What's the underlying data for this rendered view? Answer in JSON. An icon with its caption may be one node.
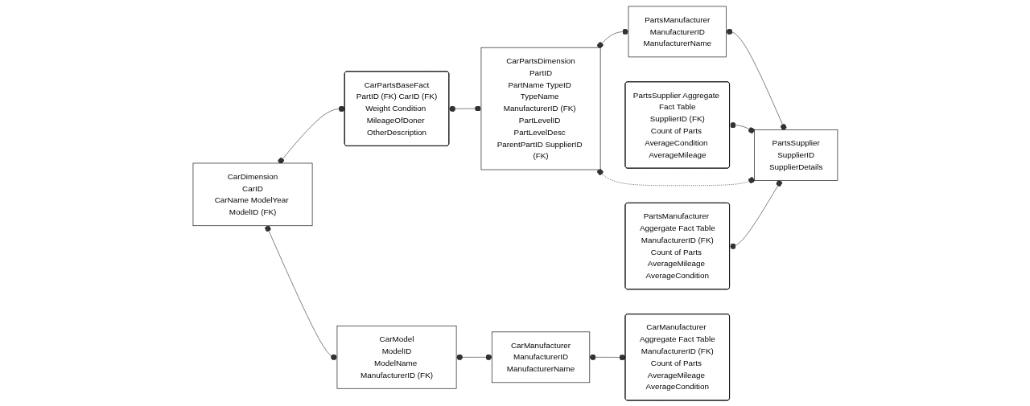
{
  "diagram": {
    "nodes": [
      {
        "text": [
          "CarDimension",
          "CarID",
          "CarName ModelYear ModelID (FK)"
        ]
      },
      {
        "text": [
          "CarPartsBaseFact",
          "PartID (FK) CarID (FK)",
          "Weight Condition MileageOfDoner OtherDescription"
        ]
      },
      {
        "text": [
          "CarPartsDimension",
          "PartID",
          "PartName TypeID TypeName ManufacturerID (FK) PartLevelID PartLevelDesc ParentPartID SupplierID (FK)"
        ]
      },
      {
        "text": [
          "PartsManufacturer",
          "ManufacturerID",
          "ManufacturerName"
        ]
      },
      {
        "text": [
          "CarModel",
          "ModelID",
          "ModelName ManufacturerID (FK)"
        ]
      },
      {
        "text": [
          "PartsSupplier Aggregate Fact Table",
          "SupplierID (FK)",
          "Count of Parts AverageCondition AverageMileage"
        ]
      },
      {
        "text": [
          "CarManufacturer",
          "ManufacturerID",
          "ManufacturerName"
        ]
      },
      {
        "text": [
          "CarManufacturer Aggregate Fact Table",
          "ManufacturerID (FK)",
          "Count of Parts AverageMileage AverageCondition"
        ]
      },
      {
        "text": [
          "PartsSupplier",
          "SupplierID",
          "SupplierDetails"
        ]
      },
      {
        "text": [
          "PartsManufacturer Aggergate Fact Table",
          "ManufacturerID (FK)",
          "Count of Parts AverageMileage AverageCondition"
        ]
      }
    ],
    "edges": [
      {
        "from": 0,
        "to": 1,
        "arrow": "other"
      },
      {
        "from": 0,
        "to": 4,
        "arrow": "other"
      },
      {
        "from": 4,
        "to": 6,
        "arrow": "other"
      },
      {
        "from": 6,
        "to": 7,
        "arrow": "other"
      },
      {
        "from": 1,
        "to": 2,
        "arrow": "other"
      },
      {
        "from": 2,
        "to": 3,
        "arrow": "other"
      },
      {
        "from": 5,
        "to": 8,
        "arrow": "other"
      },
      {
        "from": 2,
        "to": 8,
        "arrow": "other",
        "style": "dashed"
      },
      {
        "from": 9,
        "to": 8,
        "arrow": "other"
      },
      {
        "from": 3,
        "to": 8,
        "arrow": "other"
      }
    ]
  }
}
